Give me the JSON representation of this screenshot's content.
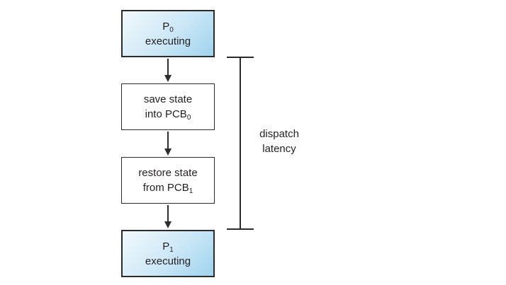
{
  "diagram": {
    "type": "flowchart",
    "boxes": [
      {
        "kind": "process",
        "line1_main": "P",
        "line1_sub": "0",
        "line2": "executing"
      },
      {
        "kind": "step",
        "line1": "save state",
        "line2_main": "into PCB",
        "line2_sub": "0"
      },
      {
        "kind": "step",
        "line1": "restore state",
        "line2_main": "from PCB",
        "line2_sub": "1"
      },
      {
        "kind": "process",
        "line1_main": "P",
        "line1_sub": "1",
        "line2": "executing"
      }
    ],
    "bracket": {
      "label_line1": "dispatch",
      "label_line2": "latency"
    },
    "colors": {
      "process_box_gradient_start": "#f2f9fd",
      "process_box_gradient_end": "#9fd4ee",
      "box_border": "#2b2b2b",
      "arrow": "#2e2e2e",
      "text": "#231f20",
      "background": "#ffffff"
    }
  }
}
